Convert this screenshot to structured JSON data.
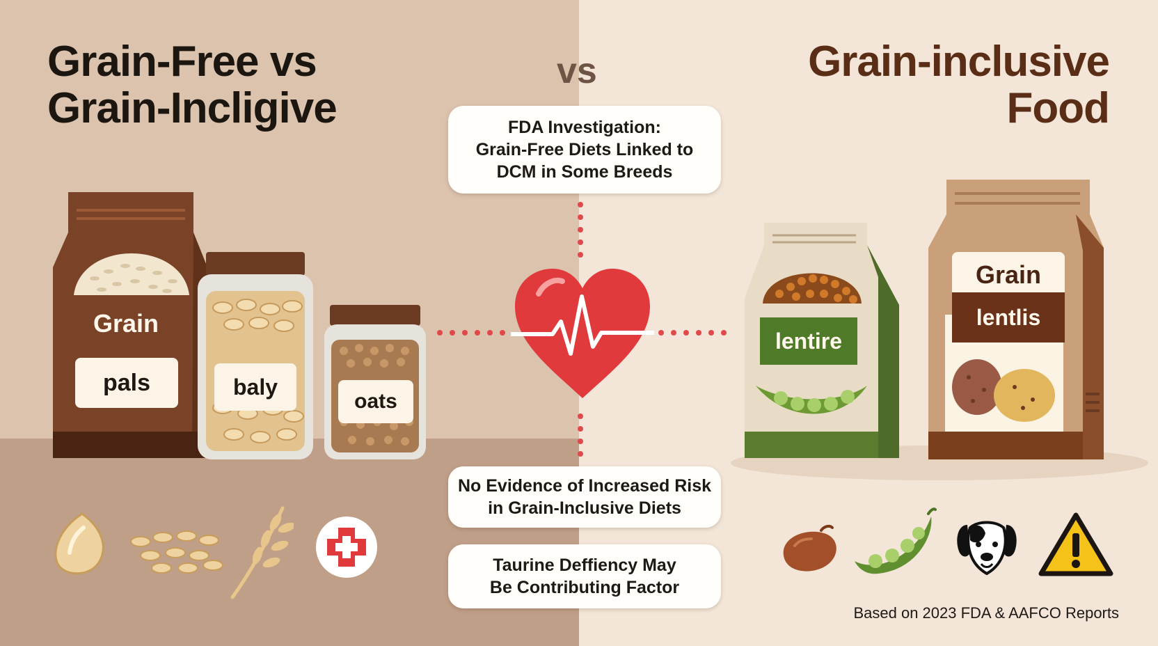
{
  "titles": {
    "left_line1": "Grain-Free vs",
    "left_line2": "Grain-Incligive",
    "vs": "vs",
    "right_line1": "Grain-inclusive",
    "right_line2": "Food"
  },
  "callouts": {
    "top": [
      "FDA Investigation:",
      "Grain-Free Diets Linked to",
      "DCM in Some Breeds"
    ],
    "middle": [
      "No Evidence of Increased Risk",
      "in Grain-Inclusive Diets"
    ],
    "bottom": [
      "Taurine Deffiency May",
      "Be Contributing Factor"
    ]
  },
  "left_products": {
    "bag_label": "Grain",
    "bag_card": "pals",
    "jar1_label": "baly",
    "jar2_label": "oats"
  },
  "right_products": {
    "green_bag_label": "lentire",
    "brown_bag_label": "Grain",
    "brown_bag_band": "lentlis"
  },
  "source_note": "Based on 2023 FDA & AAFCO Reports",
  "colors": {
    "left_bg": "#dcc3ae",
    "right_bg": "#f3e6d8",
    "heart_red": "#e03a3c",
    "connector_red": "#e0484a",
    "warning_yellow": "#f5c21a"
  },
  "icons": [
    "seed-icon",
    "grains-icon",
    "wheat-icon",
    "medical-cross-icon",
    "heartbeat-heart-icon",
    "bean-icon",
    "pea-pod-icon",
    "dog-icon",
    "warning-icon"
  ]
}
